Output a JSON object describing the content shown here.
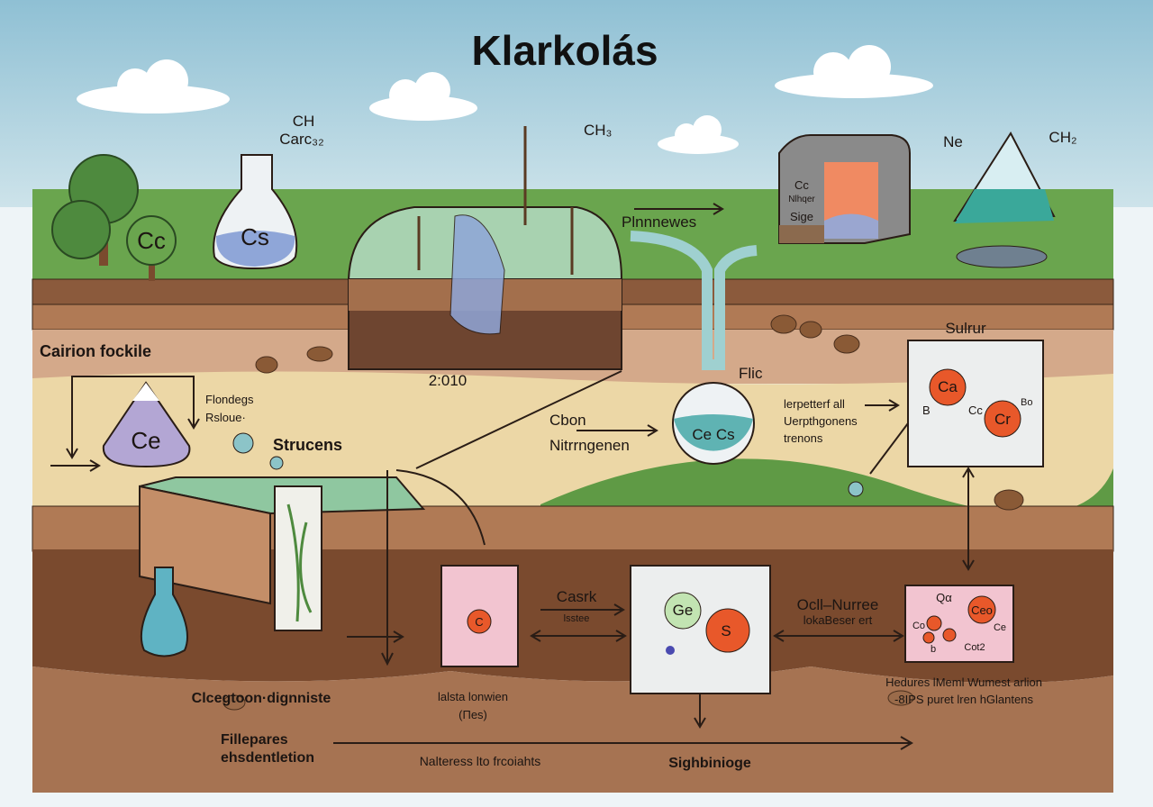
{
  "title": "Klarkolás",
  "labels": {
    "ch_top": "CH",
    "carc": "Carc₃₂",
    "tree_cc": "Cc",
    "flask_cs": "Cs",
    "ch3": "CH₃",
    "plnnnewes": "Plnnnewes",
    "box_cc": "Cc",
    "box_nitraer": "Nlhqer",
    "box_sige": "Sige",
    "ne": "Ne",
    "ch2": "CH₂",
    "cairion": "Cairion fockile",
    "num_2010": "2:010",
    "flic": "Flic",
    "sulrur": "Sulrur",
    "cone_ce": "Ce",
    "flondegs": "Flondegs",
    "rsloue": "Rsloue·",
    "strucens": "Strucens",
    "cbon": "Cbon",
    "nitrrngenen": "Nitrrngenen",
    "flask2": "Ce Cs",
    "lerpetterf": "lerpetterf all",
    "uerpthgonens": "Uerpthgonens",
    "trenons": "trenons",
    "sul_ca": "Ca",
    "sul_cr": "Cr",
    "sul_b": "B",
    "sul_cc": "Cc",
    "sul_bo": "Bo",
    "pink_c": "C",
    "casrk": "Casrk",
    "lsstee": "lsstee",
    "ge": "Ge",
    "s": "S",
    "ocll": "Ocll–Nurree",
    "lokabeser": "lokaBeser ert",
    "p2_qa": "Qα",
    "p2_ceo": "Ceo",
    "p2_co": "Co",
    "p2_ce": "Ce",
    "p2_cot2": "Cot2",
    "p2_b": "b",
    "hedures": "Hedures lMeml Wumest arlion",
    "bips": "-8IPS puret lren hGlantens",
    "clcegtoon": "Clcegtoon·dignniste",
    "lalsta": "lalsta lonwien",
    "nes": "(Πes)",
    "fillepares": "Fillepares",
    "ehsdentletion": "ehsdentletion",
    "nalteress": "Nalteress lto frcoiahts",
    "sighbinioge": "Sighbinioge"
  },
  "colors": {
    "sky": "#9cc6d8",
    "grass": "#6aa54e",
    "topsoil": "#8b5a3c",
    "sand": "#ecd7a6",
    "deep_soil": "#7a4a2e",
    "orange": "#e8582a",
    "pink": "#f2c4d0"
  }
}
